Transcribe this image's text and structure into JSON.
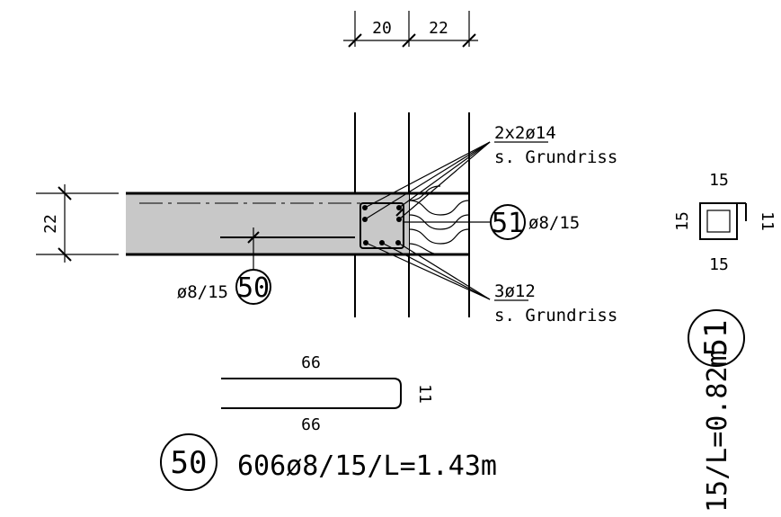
{
  "dimensions": {
    "top_left": "20",
    "top_right": "22",
    "slab_height": "22",
    "stirrup_top": "15",
    "stirrup_left": "15",
    "stirrup_right": "11",
    "stirrup_bottom": "15",
    "bar50_top": "66",
    "bar50_bottom": "66",
    "bar50_right": "11"
  },
  "annotations": {
    "top_rebar": "2x2ø14",
    "top_rebar_ref": "s. Grundriss",
    "bottom_rebar": "3ø12",
    "bottom_rebar_ref": "s. Grundriss",
    "mark51_spec": "ø8/15",
    "mark50_spec": "ø8/15"
  },
  "marks": {
    "m50": "50",
    "m51": "51",
    "m50_large": "50",
    "m51_large": "51"
  },
  "schedule": {
    "bar50": "606ø8/15/L=1.43m",
    "bar51": "15/L=0.82m"
  },
  "colors": {
    "line": "#000000",
    "slab_fill": "#c8c8c8",
    "background": "#ffffff"
  }
}
